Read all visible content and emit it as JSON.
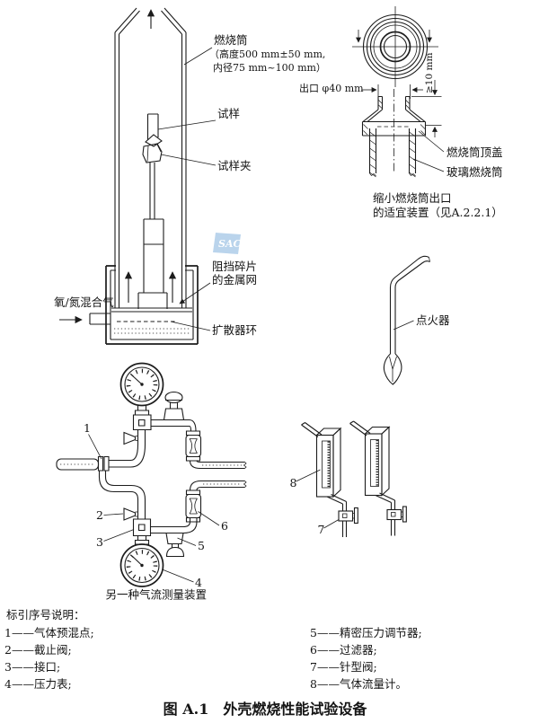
{
  "page": {
    "background": "#ffffff",
    "line_color": "#1c1c1c"
  },
  "watermark": {
    "text": "SAC",
    "color": "#a9cae8"
  },
  "cylinder_section": {
    "label_line1": "燃烧筒",
    "label_line2": "（高度500 mm±50 mm,",
    "label_line3": "内径75 mm~100 mm）",
    "specimen_label": "试样",
    "clamp_label": "试样夹",
    "mesh_label_line1": "阻挡碎片",
    "mesh_label_line2": "的金属网",
    "gas_label": "氧/氮混合气",
    "diffuser_label": "扩散器环"
  },
  "outlet_section": {
    "outlet_dim_label": "出口 φ40 mm",
    "height_dim_label": "≥10 mm",
    "cover_label": "燃烧筒顶盖",
    "glass_label": "玻璃燃烧筒",
    "caption_line1": "缩小燃烧筒出口",
    "caption_line2": "的适宜装置（见A.2.2.1）"
  },
  "igniter_section": {
    "label": "点火器"
  },
  "flow_device_section": {
    "caption": "另一种气流测量装置",
    "callout_1": "1",
    "callout_2": "2",
    "callout_3": "3",
    "callout_4": "4",
    "callout_5": "5",
    "callout_6": "6",
    "callout_7": "7",
    "callout_8": "8"
  },
  "legend": {
    "title": "标引序号说明：",
    "items_left": [
      "1——气体预混点;",
      "2——截止阀;",
      "3——接口;",
      "4——压力表;"
    ],
    "items_right": [
      "5——精密压力调节器;",
      "6——过滤器;",
      "7——针型阀;",
      "8——气体流量计。"
    ]
  },
  "figure_caption": "图 A.1　外壳燃烧性能试验设备"
}
